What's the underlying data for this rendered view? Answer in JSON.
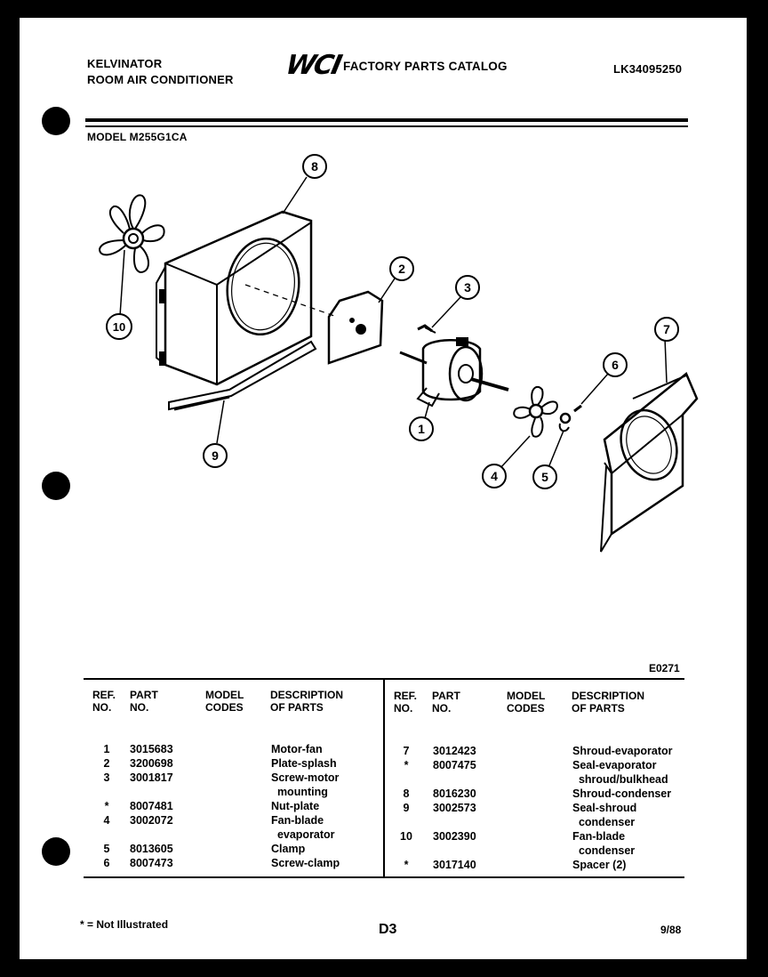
{
  "header": {
    "brand": "KELVINATOR",
    "product": "ROOM AIR CONDITIONER",
    "logo": "WCI",
    "catalog": "FACTORY PARTS CATALOG",
    "catalog_no": "LK34095250",
    "model": "MODEL M255G1CA"
  },
  "diagram": {
    "figure_code": "E0271",
    "callouts": [
      "1",
      "2",
      "3",
      "4",
      "5",
      "6",
      "7",
      "8",
      "9",
      "10"
    ]
  },
  "table": {
    "headers": {
      "ref": "REF.\nNO.",
      "part": "PART\nNO.",
      "model": "MODEL\nCODES",
      "desc": "DESCRIPTION\nOF PARTS"
    },
    "left": [
      {
        "ref": "1",
        "part": "3015683",
        "desc": "Motor-fan"
      },
      {
        "ref": "2",
        "part": "3200698",
        "desc": "Plate-splash"
      },
      {
        "ref": "3",
        "part": "3001817",
        "desc": "Screw-motor\n  mounting"
      },
      {
        "ref": "*",
        "part": "8007481",
        "desc": "Nut-plate"
      },
      {
        "ref": "4",
        "part": "3002072",
        "desc": "Fan-blade\n  evaporator"
      },
      {
        "ref": "5",
        "part": "8013605",
        "desc": "Clamp"
      },
      {
        "ref": "6",
        "part": "8007473",
        "desc": "Screw-clamp"
      }
    ],
    "right": [
      {
        "ref": "7",
        "part": "3012423",
        "desc": "Shroud-evaporator"
      },
      {
        "ref": "*",
        "part": "8007475",
        "desc": "Seal-evaporator\n  shroud/bulkhead"
      },
      {
        "ref": "8",
        "part": "8016230",
        "desc": "Shroud-condenser"
      },
      {
        "ref": "9",
        "part": "3002573",
        "desc": "Seal-shroud\n  condenser"
      },
      {
        "ref": "10",
        "part": "3002390",
        "desc": "Fan-blade\n  condenser"
      },
      {
        "ref": "*",
        "part": "3017140",
        "desc": "Spacer (2)"
      }
    ]
  },
  "footer": {
    "note": "* = Not Illustrated",
    "page": "D3",
    "date": "9/88"
  }
}
